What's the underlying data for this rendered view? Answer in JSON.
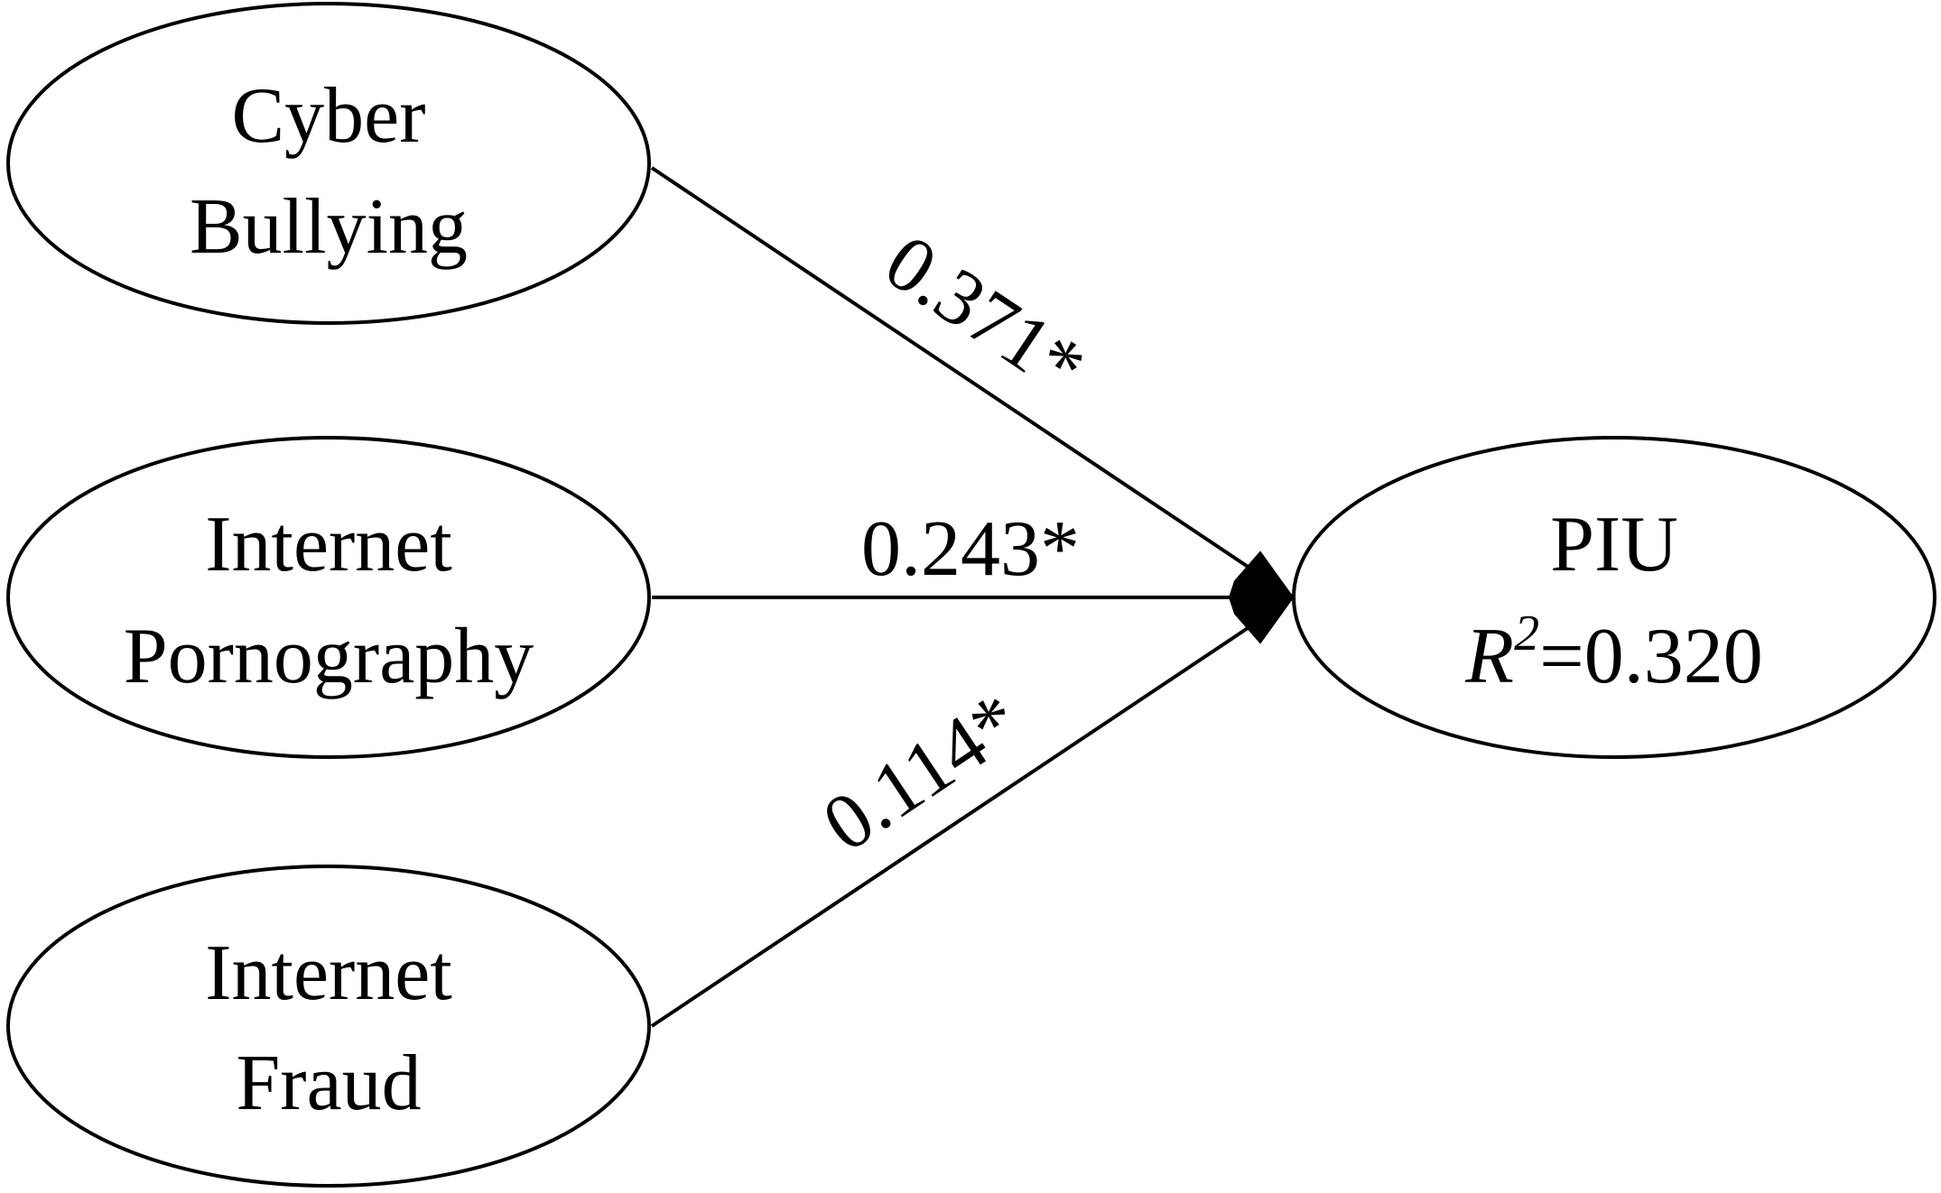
{
  "nodes": {
    "cyber_bullying": {
      "line1": "Cyber",
      "line2": "Bullying"
    },
    "internet_pornography": {
      "line1": "Internet",
      "line2": "Pornography"
    },
    "internet_fraud": {
      "line1": "Internet",
      "line2": "Fraud"
    },
    "piu": {
      "line1": "PIU",
      "r2_symbol": "R",
      "r2_exponent": "2",
      "r2_value": "=0.320"
    }
  },
  "paths": [
    {
      "from": "Cyber Bullying",
      "to": "PIU",
      "coefficient": "0.371*"
    },
    {
      "from": "Internet Pornography",
      "to": "PIU",
      "coefficient": "0.243*"
    },
    {
      "from": "Internet Fraud",
      "to": "PIU",
      "coefficient": "0.114*"
    }
  ],
  "colors": {
    "stroke": "#000000",
    "background": "#ffffff"
  }
}
